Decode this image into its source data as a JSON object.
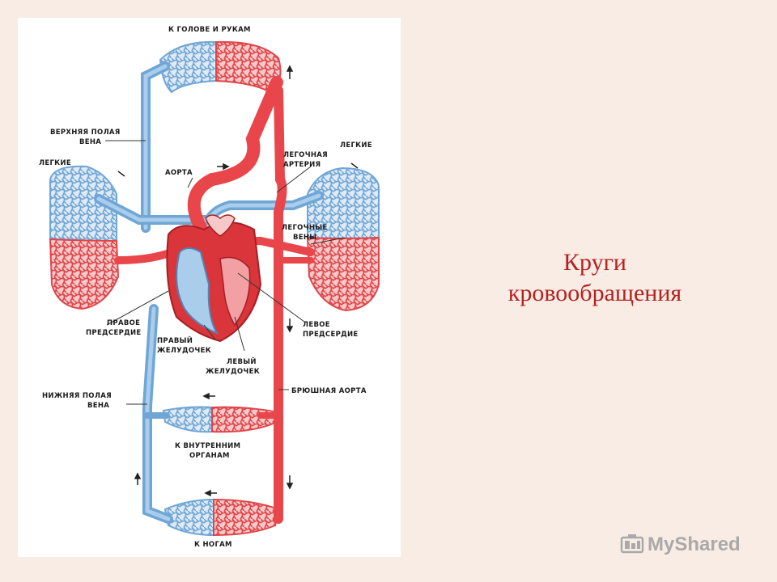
{
  "title": {
    "line1": "Круги",
    "line2": "кровообращения"
  },
  "watermark": {
    "brand": "MyShared",
    "icon": "myshared-logo-icon"
  },
  "labels": {
    "head_arms": "К ГОЛОВЕ И РУКАМ",
    "superior_vena_cava_1": "ВЕРХНЯЯ ПОЛАЯ",
    "superior_vena_cava_2": "ВЕНА",
    "lungs_left": "ЛЕГКИЕ",
    "lungs_right": "ЛЕГКИЕ",
    "aorta": "АОРТА",
    "pulmonary_artery_1": "ЛЕГОЧНАЯ",
    "pulmonary_artery_2": "АРТЕРИЯ",
    "pulmonary_veins_1": "ЛЕГОЧНЫЕ",
    "pulmonary_veins_2": "ВЕНЫ",
    "right_atrium_1": "ПРАВОЕ",
    "right_atrium_2": "ПРЕДСЕРДИЕ",
    "right_ventricle_1": "ПРАВЫЙ",
    "right_ventricle_2": "ЖЕЛУДОЧЕК",
    "left_atrium_1": "ЛЕВОЕ",
    "left_atrium_2": "ПРЕДСЕРДИЕ",
    "left_ventricle_1": "ЛЕВЫЙ",
    "left_ventricle_2": "ЖЕЛУДОЧЕК",
    "inferior_vena_cava_1": "НИЖНЯЯ ПОЛАЯ",
    "inferior_vena_cava_2": "ВЕНА",
    "abdominal_aorta": "БРЮШНАЯ АОРТА",
    "internal_organs_1": "К ВНУТРЕННИМ",
    "internal_organs_2": "ОРГАНАМ",
    "legs": "К НОГАМ"
  },
  "colors": {
    "arterial": "#e8464b",
    "arterial_dark": "#c42a30",
    "venous": "#6fa6d6",
    "venous_light": "#a9cdeb",
    "title": "#b42121"
  }
}
